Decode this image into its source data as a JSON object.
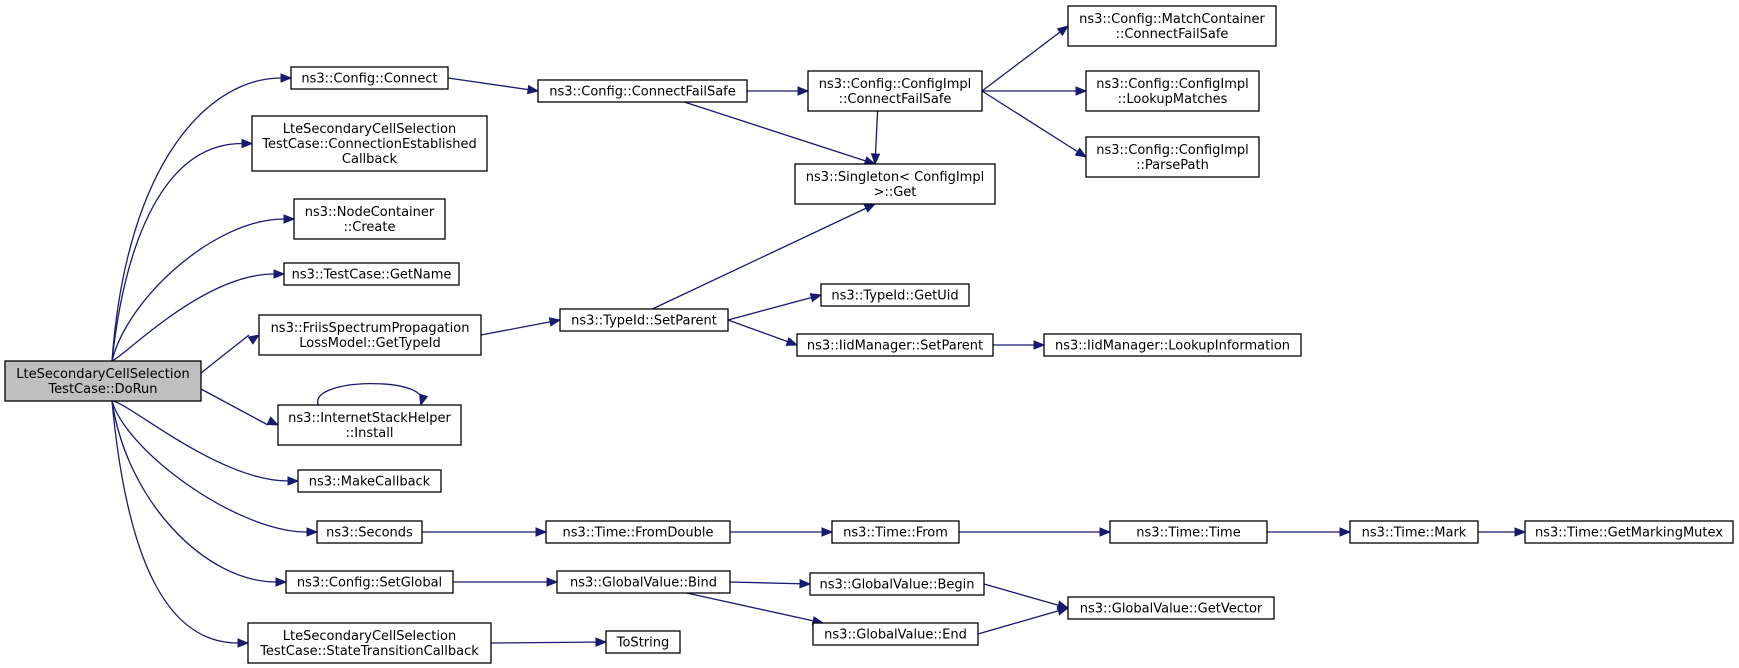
{
  "diagram": {
    "type": "call-graph",
    "colors": {
      "edge": "#191970",
      "node_fill": "#ffffff",
      "root_fill": "#bfbfbf",
      "node_border": "#000000"
    },
    "nodes": [
      {
        "id": "dorun",
        "lines": [
          "LteSecondaryCellSelection",
          "TestCase::DoRun"
        ],
        "root": true
      },
      {
        "id": "config_connect",
        "lines": [
          "ns3::Config::Connect"
        ]
      },
      {
        "id": "conn_established",
        "lines": [
          "LteSecondaryCellSelection",
          "TestCase::ConnectionEstablished",
          "Callback"
        ]
      },
      {
        "id": "nodecontainer_create",
        "lines": [
          "ns3::NodeContainer",
          "::Create"
        ]
      },
      {
        "id": "testcase_getname",
        "lines": [
          "ns3::TestCase::GetName"
        ]
      },
      {
        "id": "friis_gettypeid",
        "lines": [
          "ns3::FriisSpectrumPropagation",
          "LossModel::GetTypeId"
        ]
      },
      {
        "id": "internetstack_install",
        "lines": [
          "ns3::InternetStackHelper",
          "::Install"
        ]
      },
      {
        "id": "makecallback",
        "lines": [
          "ns3::MakeCallback"
        ]
      },
      {
        "id": "seconds",
        "lines": [
          "ns3::Seconds"
        ]
      },
      {
        "id": "config_setglobal",
        "lines": [
          "ns3::Config::SetGlobal"
        ]
      },
      {
        "id": "state_transition",
        "lines": [
          "LteSecondaryCellSelection",
          "TestCase::StateTransitionCallback"
        ]
      },
      {
        "id": "config_connectfailsafe",
        "lines": [
          "ns3::Config::ConnectFailSafe"
        ]
      },
      {
        "id": "configimpl_connectfailsafe",
        "lines": [
          "ns3::Config::ConfigImpl",
          "::ConnectFailSafe"
        ]
      },
      {
        "id": "matchcontainer_connectfailsafe",
        "lines": [
          "ns3::Config::MatchContainer",
          "::ConnectFailSafe"
        ]
      },
      {
        "id": "configimpl_lookupmatches",
        "lines": [
          "ns3::Config::ConfigImpl",
          "::LookupMatches"
        ]
      },
      {
        "id": "configimpl_parsepath",
        "lines": [
          "ns3::Config::ConfigImpl",
          "::ParsePath"
        ]
      },
      {
        "id": "singleton_get",
        "lines": [
          "ns3::Singleton< ConfigImpl",
          ">::Get"
        ]
      },
      {
        "id": "typeid_setparent",
        "lines": [
          "ns3::TypeId::SetParent"
        ]
      },
      {
        "id": "typeid_getuid",
        "lines": [
          "ns3::TypeId::GetUid"
        ]
      },
      {
        "id": "iidmanager_setparent",
        "lines": [
          "ns3::IidManager::SetParent"
        ]
      },
      {
        "id": "iidmanager_lookupinfo",
        "lines": [
          "ns3::IidManager::LookupInformation"
        ]
      },
      {
        "id": "time_fromdouble",
        "lines": [
          "ns3::Time::FromDouble"
        ]
      },
      {
        "id": "time_from",
        "lines": [
          "ns3::Time::From"
        ]
      },
      {
        "id": "time_time",
        "lines": [
          "ns3::Time::Time"
        ]
      },
      {
        "id": "time_mark",
        "lines": [
          "ns3::Time::Mark"
        ]
      },
      {
        "id": "time_getmarkingmutex",
        "lines": [
          "ns3::Time::GetMarkingMutex"
        ]
      },
      {
        "id": "globalvalue_bind",
        "lines": [
          "ns3::GlobalValue::Bind"
        ]
      },
      {
        "id": "globalvalue_begin",
        "lines": [
          "ns3::GlobalValue::Begin"
        ]
      },
      {
        "id": "globalvalue_end",
        "lines": [
          "ns3::GlobalValue::End"
        ]
      },
      {
        "id": "globalvalue_getvector",
        "lines": [
          "ns3::GlobalValue::GetVector"
        ]
      },
      {
        "id": "tostring",
        "lines": [
          "ToString"
        ]
      }
    ],
    "edges": [
      {
        "from": "dorun",
        "to": "config_connect"
      },
      {
        "from": "dorun",
        "to": "conn_established"
      },
      {
        "from": "dorun",
        "to": "nodecontainer_create"
      },
      {
        "from": "dorun",
        "to": "testcase_getname"
      },
      {
        "from": "dorun",
        "to": "friis_gettypeid"
      },
      {
        "from": "dorun",
        "to": "internetstack_install"
      },
      {
        "from": "dorun",
        "to": "makecallback"
      },
      {
        "from": "dorun",
        "to": "seconds"
      },
      {
        "from": "dorun",
        "to": "config_setglobal"
      },
      {
        "from": "dorun",
        "to": "state_transition"
      },
      {
        "from": "config_connect",
        "to": "config_connectfailsafe"
      },
      {
        "from": "config_connectfailsafe",
        "to": "configimpl_connectfailsafe"
      },
      {
        "from": "config_connectfailsafe",
        "to": "singleton_get"
      },
      {
        "from": "configimpl_connectfailsafe",
        "to": "matchcontainer_connectfailsafe"
      },
      {
        "from": "configimpl_connectfailsafe",
        "to": "configimpl_lookupmatches"
      },
      {
        "from": "configimpl_connectfailsafe",
        "to": "configimpl_parsepath"
      },
      {
        "from": "configimpl_connectfailsafe",
        "to": "singleton_get"
      },
      {
        "from": "friis_gettypeid",
        "to": "typeid_setparent"
      },
      {
        "from": "typeid_setparent",
        "to": "singleton_get"
      },
      {
        "from": "typeid_setparent",
        "to": "typeid_getuid"
      },
      {
        "from": "typeid_setparent",
        "to": "iidmanager_setparent"
      },
      {
        "from": "iidmanager_setparent",
        "to": "iidmanager_lookupinfo"
      },
      {
        "from": "internetstack_install",
        "to": "internetstack_install"
      },
      {
        "from": "seconds",
        "to": "time_fromdouble"
      },
      {
        "from": "time_fromdouble",
        "to": "time_from"
      },
      {
        "from": "time_from",
        "to": "time_time"
      },
      {
        "from": "time_time",
        "to": "time_mark"
      },
      {
        "from": "time_mark",
        "to": "time_getmarkingmutex"
      },
      {
        "from": "config_setglobal",
        "to": "globalvalue_bind"
      },
      {
        "from": "globalvalue_bind",
        "to": "globalvalue_begin"
      },
      {
        "from": "globalvalue_bind",
        "to": "globalvalue_end"
      },
      {
        "from": "globalvalue_begin",
        "to": "globalvalue_getvector"
      },
      {
        "from": "globalvalue_end",
        "to": "globalvalue_getvector"
      },
      {
        "from": "state_transition",
        "to": "tostring"
      }
    ]
  }
}
